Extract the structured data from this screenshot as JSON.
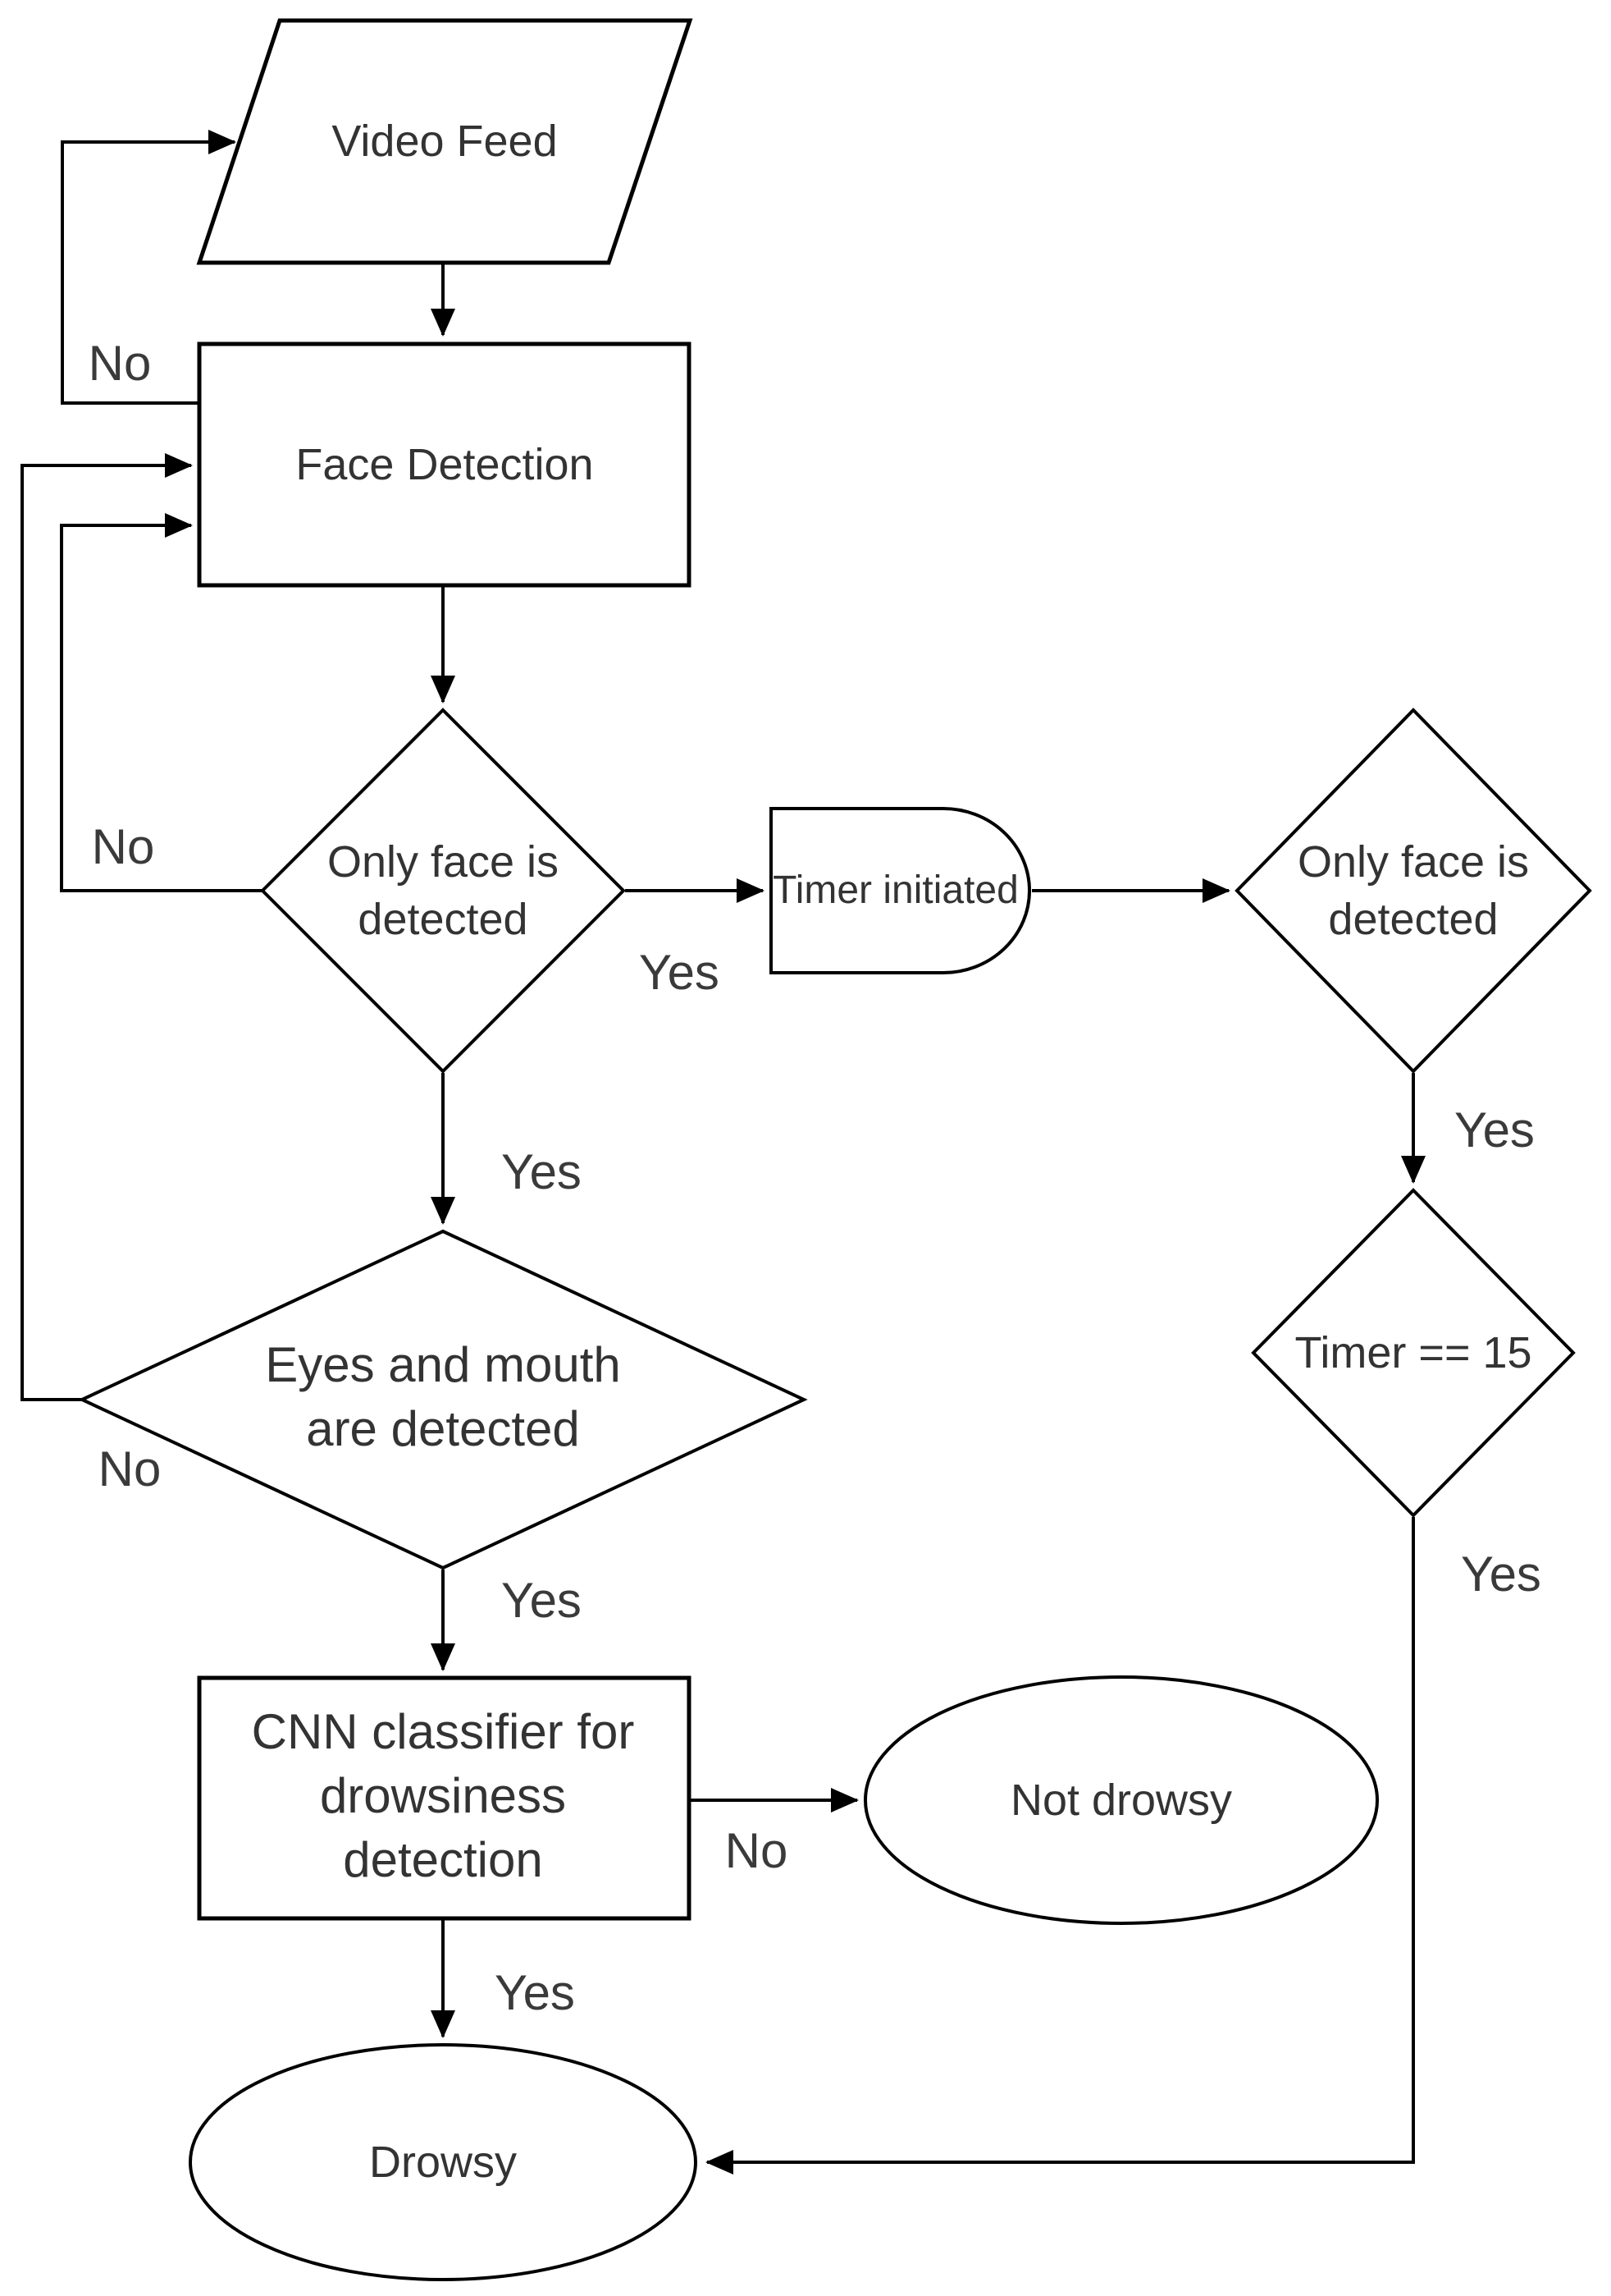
{
  "page": {
    "background": "#ffffff"
  },
  "style": {
    "line_color": "#000000",
    "text_color": "#333333",
    "shape_fill": "#ffffff"
  },
  "nodes": {
    "video_feed": {
      "label": "Video Feed",
      "shape": "parallelogram"
    },
    "face_detection": {
      "label": "Face Detection",
      "shape": "rectangle"
    },
    "only_face_first": {
      "label": "Only face is detected",
      "shape": "diamond"
    },
    "timer_initiated": {
      "label": "Timer initiated",
      "shape": "delay"
    },
    "only_face_second": {
      "label": "Only face is detected",
      "shape": "diamond"
    },
    "timer_equals_15": {
      "label": "Timer == 15",
      "shape": "diamond"
    },
    "eyes_mouth": {
      "label": "Eyes and mouth are detected",
      "shape": "diamond"
    },
    "cnn_classifier": {
      "label": "CNN classifier for drowsiness detection",
      "shape": "rectangle"
    },
    "not_drowsy": {
      "label": "Not drowsy",
      "shape": "ellipse"
    },
    "drowsy": {
      "label": "Drowsy",
      "shape": "ellipse"
    }
  },
  "edges": {
    "face_to_video_no": {
      "from": "Face Detection",
      "to": "Video Feed",
      "label": "No"
    },
    "only_face_first_to_face_no": {
      "from": "Only face is detected",
      "to": "Face Detection",
      "label": "No"
    },
    "eyes_mouth_to_face_no": {
      "from": "Eyes and mouth are detected",
      "to": "Face Detection",
      "label": "No"
    },
    "video_to_face": {
      "from": "Video Feed",
      "to": "Face Detection",
      "label": ""
    },
    "face_to_only_face_first": {
      "from": "Face Detection",
      "to": "Only face is detected",
      "label": ""
    },
    "only_face_first_to_timer_yes": {
      "from": "Only face is detected",
      "to": "Timer initiated",
      "label": "Yes"
    },
    "timer_to_only_face_second": {
      "from": "Timer initiated",
      "to": "Only face is detected",
      "label": ""
    },
    "only_face_second_to_timer15_yes": {
      "from": "Only face is detected",
      "to": "Timer == 15",
      "label": "Yes"
    },
    "timer15_to_drowsy_yes": {
      "from": "Timer == 15",
      "to": "Drowsy",
      "label": "Yes"
    },
    "only_face_first_to_eyes_yes": {
      "from": "Only face is detected",
      "to": "Eyes and mouth are detected",
      "label": "Yes"
    },
    "eyes_to_cnn_yes": {
      "from": "Eyes and mouth are detected",
      "to": "CNN classifier for drowsiness detection",
      "label": "Yes"
    },
    "cnn_to_not_drowsy_no": {
      "from": "CNN classifier for drowsiness detection",
      "to": "Not drowsy",
      "label": "No"
    },
    "cnn_to_drowsy_yes": {
      "from": "CNN classifier for drowsiness detection",
      "to": "Drowsy",
      "label": "Yes"
    }
  }
}
